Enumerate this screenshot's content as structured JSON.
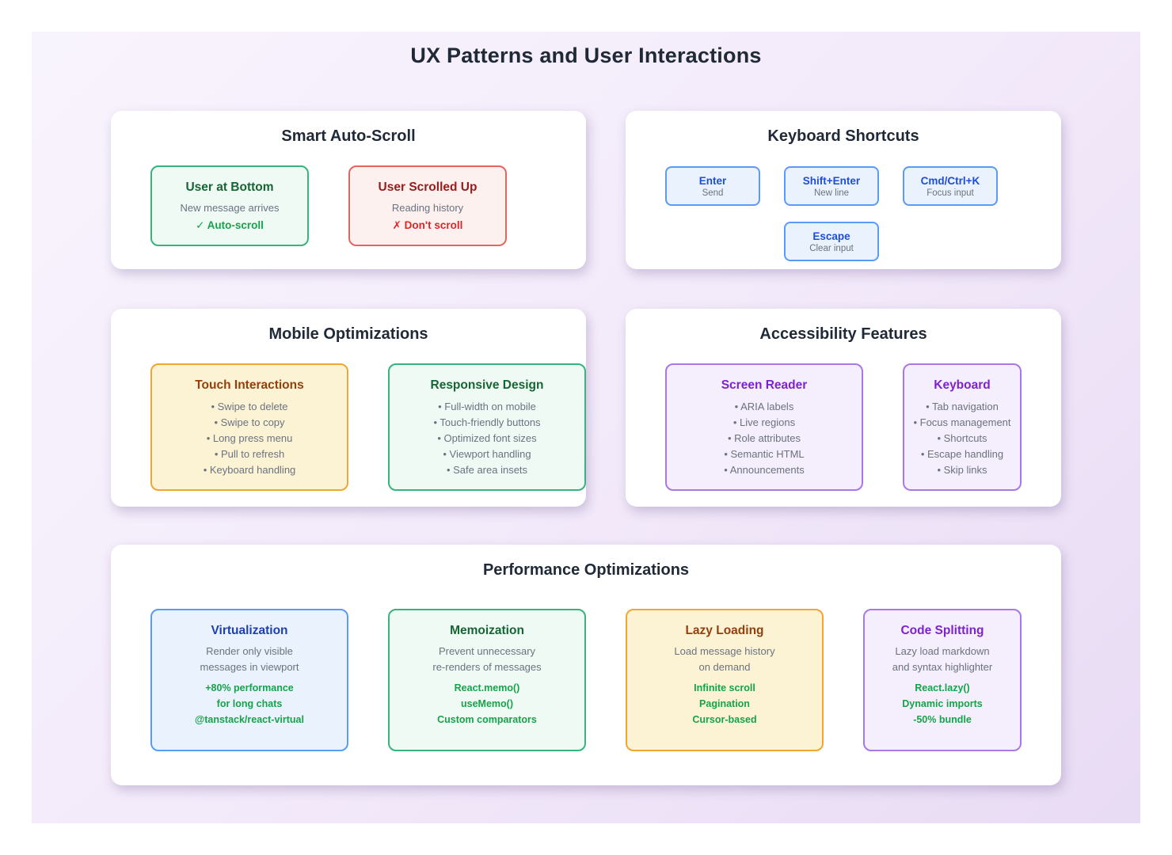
{
  "title": "UX Patterns and User Interactions",
  "colors": {
    "canvas_gradient_start": "#f8f4fd",
    "canvas_gradient_end": "#e8dbf4",
    "heading": "#1f2937",
    "muted_text": "#6b7280",
    "green_border": "#36b37e",
    "green_bg": "#effaf4",
    "green_title": "#166534",
    "red_border": "#e5655e",
    "red_bg": "#fdf1f0",
    "red_title": "#991b1b",
    "red_accent": "#dc2626",
    "blue_border": "#5b9bf5",
    "blue_bg": "#eaf2fd",
    "blue_title": "#1e40af",
    "key_text": "#1d4ed8",
    "amber_border": "#f0a732",
    "amber_bg": "#fcf3d4",
    "amber_title": "#92400e",
    "purple_border": "#a879e6",
    "purple_bg": "#f5eefc",
    "purple_title": "#7e22ce",
    "accent_green": "#16a34a"
  },
  "auto_scroll": {
    "title": "Smart Auto-Scroll",
    "bottom_card": {
      "title": "User at Bottom",
      "line1": "New message arrives",
      "line2": "✓ Auto-scroll"
    },
    "scrolled_card": {
      "title": "User Scrolled Up",
      "line1": "Reading history",
      "line2": "✗ Don't scroll"
    }
  },
  "shortcuts": {
    "title": "Keyboard Shortcuts",
    "keys": [
      {
        "key": "Enter",
        "action": "Send"
      },
      {
        "key": "Shift+Enter",
        "action": "New line"
      },
      {
        "key": "Cmd/Ctrl+K",
        "action": "Focus input"
      },
      {
        "key": "Escape",
        "action": "Clear input"
      }
    ]
  },
  "mobile": {
    "title": "Mobile Optimizations",
    "touch": {
      "title": "Touch Interactions",
      "items": [
        "Swipe to delete",
        "Swipe to copy",
        "Long press menu",
        "Pull to refresh",
        "Keyboard handling"
      ]
    },
    "responsive": {
      "title": "Responsive Design",
      "items": [
        "Full-width on mobile",
        "Touch-friendly buttons",
        "Optimized font sizes",
        "Viewport handling",
        "Safe area insets"
      ]
    }
  },
  "accessibility": {
    "title": "Accessibility Features",
    "screen_reader": {
      "title": "Screen Reader",
      "items": [
        "ARIA labels",
        "Live regions",
        "Role attributes",
        "Semantic HTML",
        "Announcements"
      ]
    },
    "keyboard": {
      "title": "Keyboard",
      "items": [
        "Tab navigation",
        "Focus management",
        "Shortcuts",
        "Escape handling",
        "Skip links"
      ]
    }
  },
  "performance": {
    "title": "Performance Optimizations",
    "cards": [
      {
        "title": "Virtualization",
        "desc": [
          "Render only visible",
          "messages in viewport"
        ],
        "points": [
          "+80% performance",
          "for long chats",
          "@tanstack/react-virtual"
        ]
      },
      {
        "title": "Memoization",
        "desc": [
          "Prevent unnecessary",
          "re-renders of messages"
        ],
        "points": [
          "React.memo()",
          "useMemo()",
          "Custom comparators"
        ]
      },
      {
        "title": "Lazy Loading",
        "desc": [
          "Load message history",
          "on demand"
        ],
        "points": [
          "Infinite scroll",
          "Pagination",
          "Cursor-based"
        ]
      },
      {
        "title": "Code Splitting",
        "desc": [
          "Lazy load markdown",
          "and syntax highlighter"
        ],
        "points": [
          "React.lazy()",
          "Dynamic imports",
          "-50% bundle"
        ]
      }
    ]
  }
}
